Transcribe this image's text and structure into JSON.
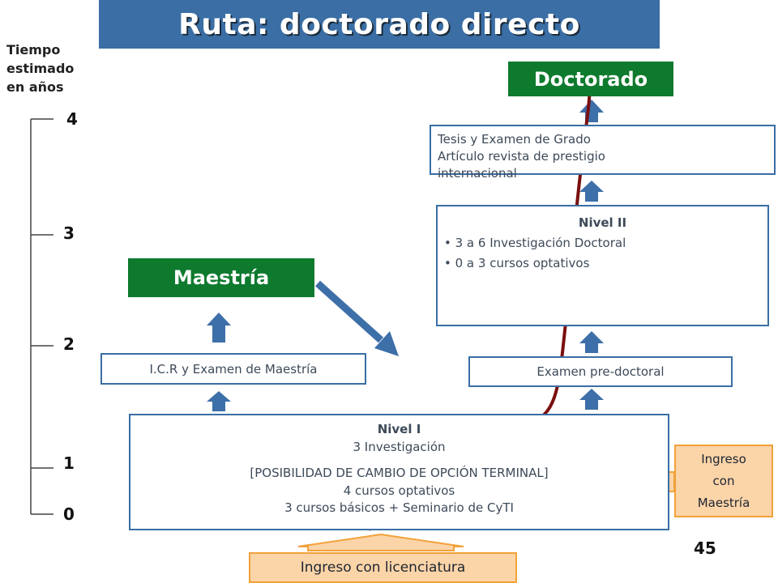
{
  "title": "Ruta: doctorado directo",
  "time_axis": {
    "label_lines": [
      "Tiempo",
      "estimado",
      "en años"
    ],
    "ticks": [
      "4",
      "3",
      "2",
      "1",
      "0"
    ]
  },
  "boxes": {
    "doctorado": "Doctorado",
    "tesis_lines": [
      "Tesis y Examen de Grado",
      "Artículo revista de prestigio",
      "internacional"
    ],
    "nivel2_title": "Nivel II",
    "nivel2_items": [
      "3 a 6 Investigación Doctoral",
      "0 a 3 cursos optativos"
    ],
    "maestria": "Maestría",
    "icr": "I.C.R y Examen de Maestría",
    "predoc": "Examen pre-doctoral",
    "nivel1_lines": [
      "Nivel I",
      "3 Investigación",
      "[POSIBILIDAD DE CAMBIO DE OPCIÓN TERMINAL]",
      "4 cursos optativos",
      "3 cursos básicos + Seminario de CyTI"
    ],
    "ingreso_maestria_lines": [
      "Ingreso",
      "con",
      "Maestría"
    ],
    "ingreso_licenciatura": "Ingreso con licenciatura"
  },
  "colors": {
    "title_bg": "#3a6ea5",
    "green": "#0e7a2e",
    "blue": "#3a6ea5",
    "path": "#7a0f0f",
    "orange_fill": "#fbd4a8",
    "orange_border": "#f2a13a"
  },
  "page_number": "45"
}
